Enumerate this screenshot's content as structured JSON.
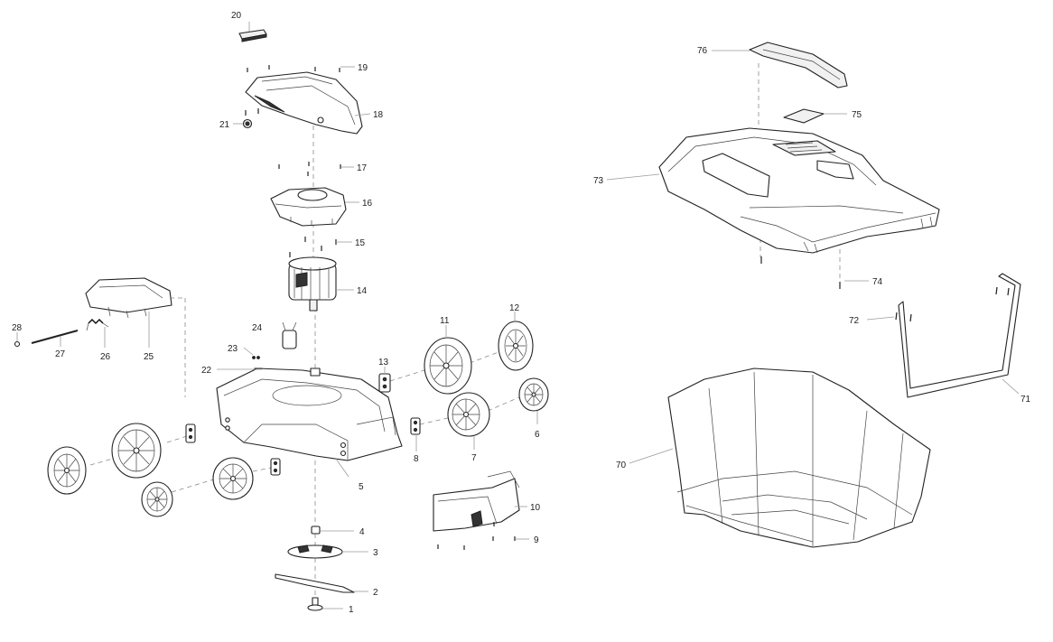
{
  "parts": [
    {
      "id": "1",
      "label": "1"
    },
    {
      "id": "2",
      "label": "2"
    },
    {
      "id": "3",
      "label": "3"
    },
    {
      "id": "4",
      "label": "4"
    },
    {
      "id": "5",
      "label": "5"
    },
    {
      "id": "6",
      "label": "6"
    },
    {
      "id": "7",
      "label": "7"
    },
    {
      "id": "8",
      "label": "8"
    },
    {
      "id": "9",
      "label": "9"
    },
    {
      "id": "10",
      "label": "10"
    },
    {
      "id": "11",
      "label": "11"
    },
    {
      "id": "12",
      "label": "12"
    },
    {
      "id": "13",
      "label": "13"
    },
    {
      "id": "14",
      "label": "14"
    },
    {
      "id": "15",
      "label": "15"
    },
    {
      "id": "16",
      "label": "16"
    },
    {
      "id": "17",
      "label": "17"
    },
    {
      "id": "18",
      "label": "18"
    },
    {
      "id": "19",
      "label": "19"
    },
    {
      "id": "20",
      "label": "20"
    },
    {
      "id": "21",
      "label": "21"
    },
    {
      "id": "22",
      "label": "22"
    },
    {
      "id": "23",
      "label": "23"
    },
    {
      "id": "24",
      "label": "24"
    },
    {
      "id": "25",
      "label": "25"
    },
    {
      "id": "26",
      "label": "26"
    },
    {
      "id": "27",
      "label": "27"
    },
    {
      "id": "28",
      "label": "28"
    },
    {
      "id": "70",
      "label": "70"
    },
    {
      "id": "71",
      "label": "71"
    },
    {
      "id": "72",
      "label": "72"
    },
    {
      "id": "73",
      "label": "73"
    },
    {
      "id": "74",
      "label": "74"
    },
    {
      "id": "75",
      "label": "75"
    },
    {
      "id": "76",
      "label": "76"
    }
  ]
}
